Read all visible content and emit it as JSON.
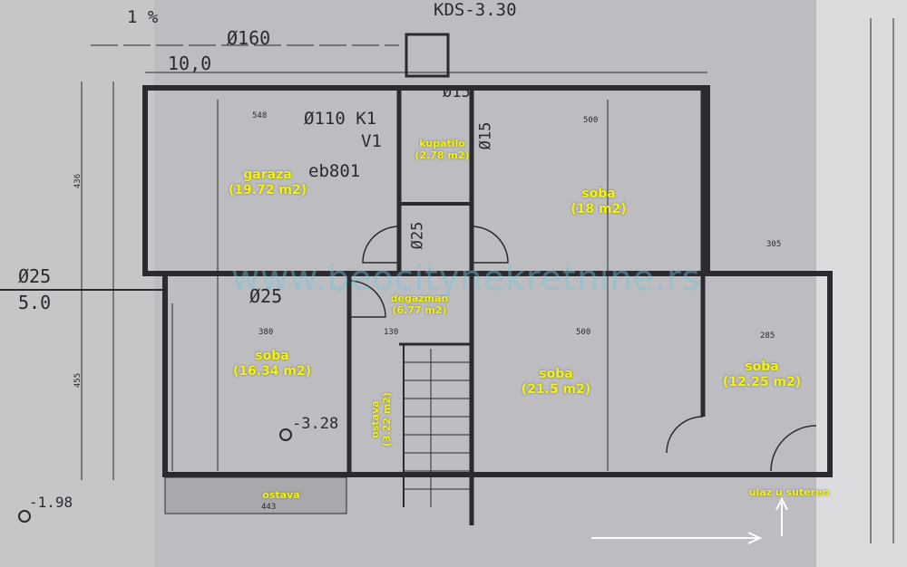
{
  "header": {
    "level_mark": "KDS-3.30",
    "slope": "1 %",
    "pipe_main": "Ø160",
    "distance": "10,0"
  },
  "left_annotations": {
    "pipe": "Ø25",
    "distance": "5.0",
    "level": "-1.98"
  },
  "inner_annotations": {
    "pipe_inner": "Ø25",
    "pipe_110": "Ø110 K1",
    "v_mark": "V1",
    "eb_mark": "eb801",
    "pipe_15": "Ø15",
    "pipe_15b": "Ø15",
    "pipe_25v": "Ø25",
    "floor_level": "-3.28"
  },
  "dimensions": [
    "548",
    "500",
    "380",
    "130",
    "500",
    "285",
    "305",
    "436",
    "455",
    "443"
  ],
  "rooms": [
    {
      "name": "garaza",
      "area": "(19.72 m2)"
    },
    {
      "name": "kupatilo",
      "area": "(2.78 m2)"
    },
    {
      "name": "soba",
      "area": "(18 m2)"
    },
    {
      "name": "degazman",
      "area": "(6.77 m2)"
    },
    {
      "name": "soba",
      "area": "(16.34 m2)"
    },
    {
      "name": "ostava",
      "area": "(3.22 m2)"
    },
    {
      "name": "soba",
      "area": "(21.5 m2)"
    },
    {
      "name": "soba",
      "area": "(12.25 m2)"
    },
    {
      "name": "ostava",
      "area": ""
    }
  ],
  "entrance_label": "ulaz u suteren",
  "watermark": "www.beocitynekretnine.rs",
  "colors": {
    "label": "#f2f21a",
    "paper": "#bdbcc0",
    "ink": "#2a2a30"
  }
}
